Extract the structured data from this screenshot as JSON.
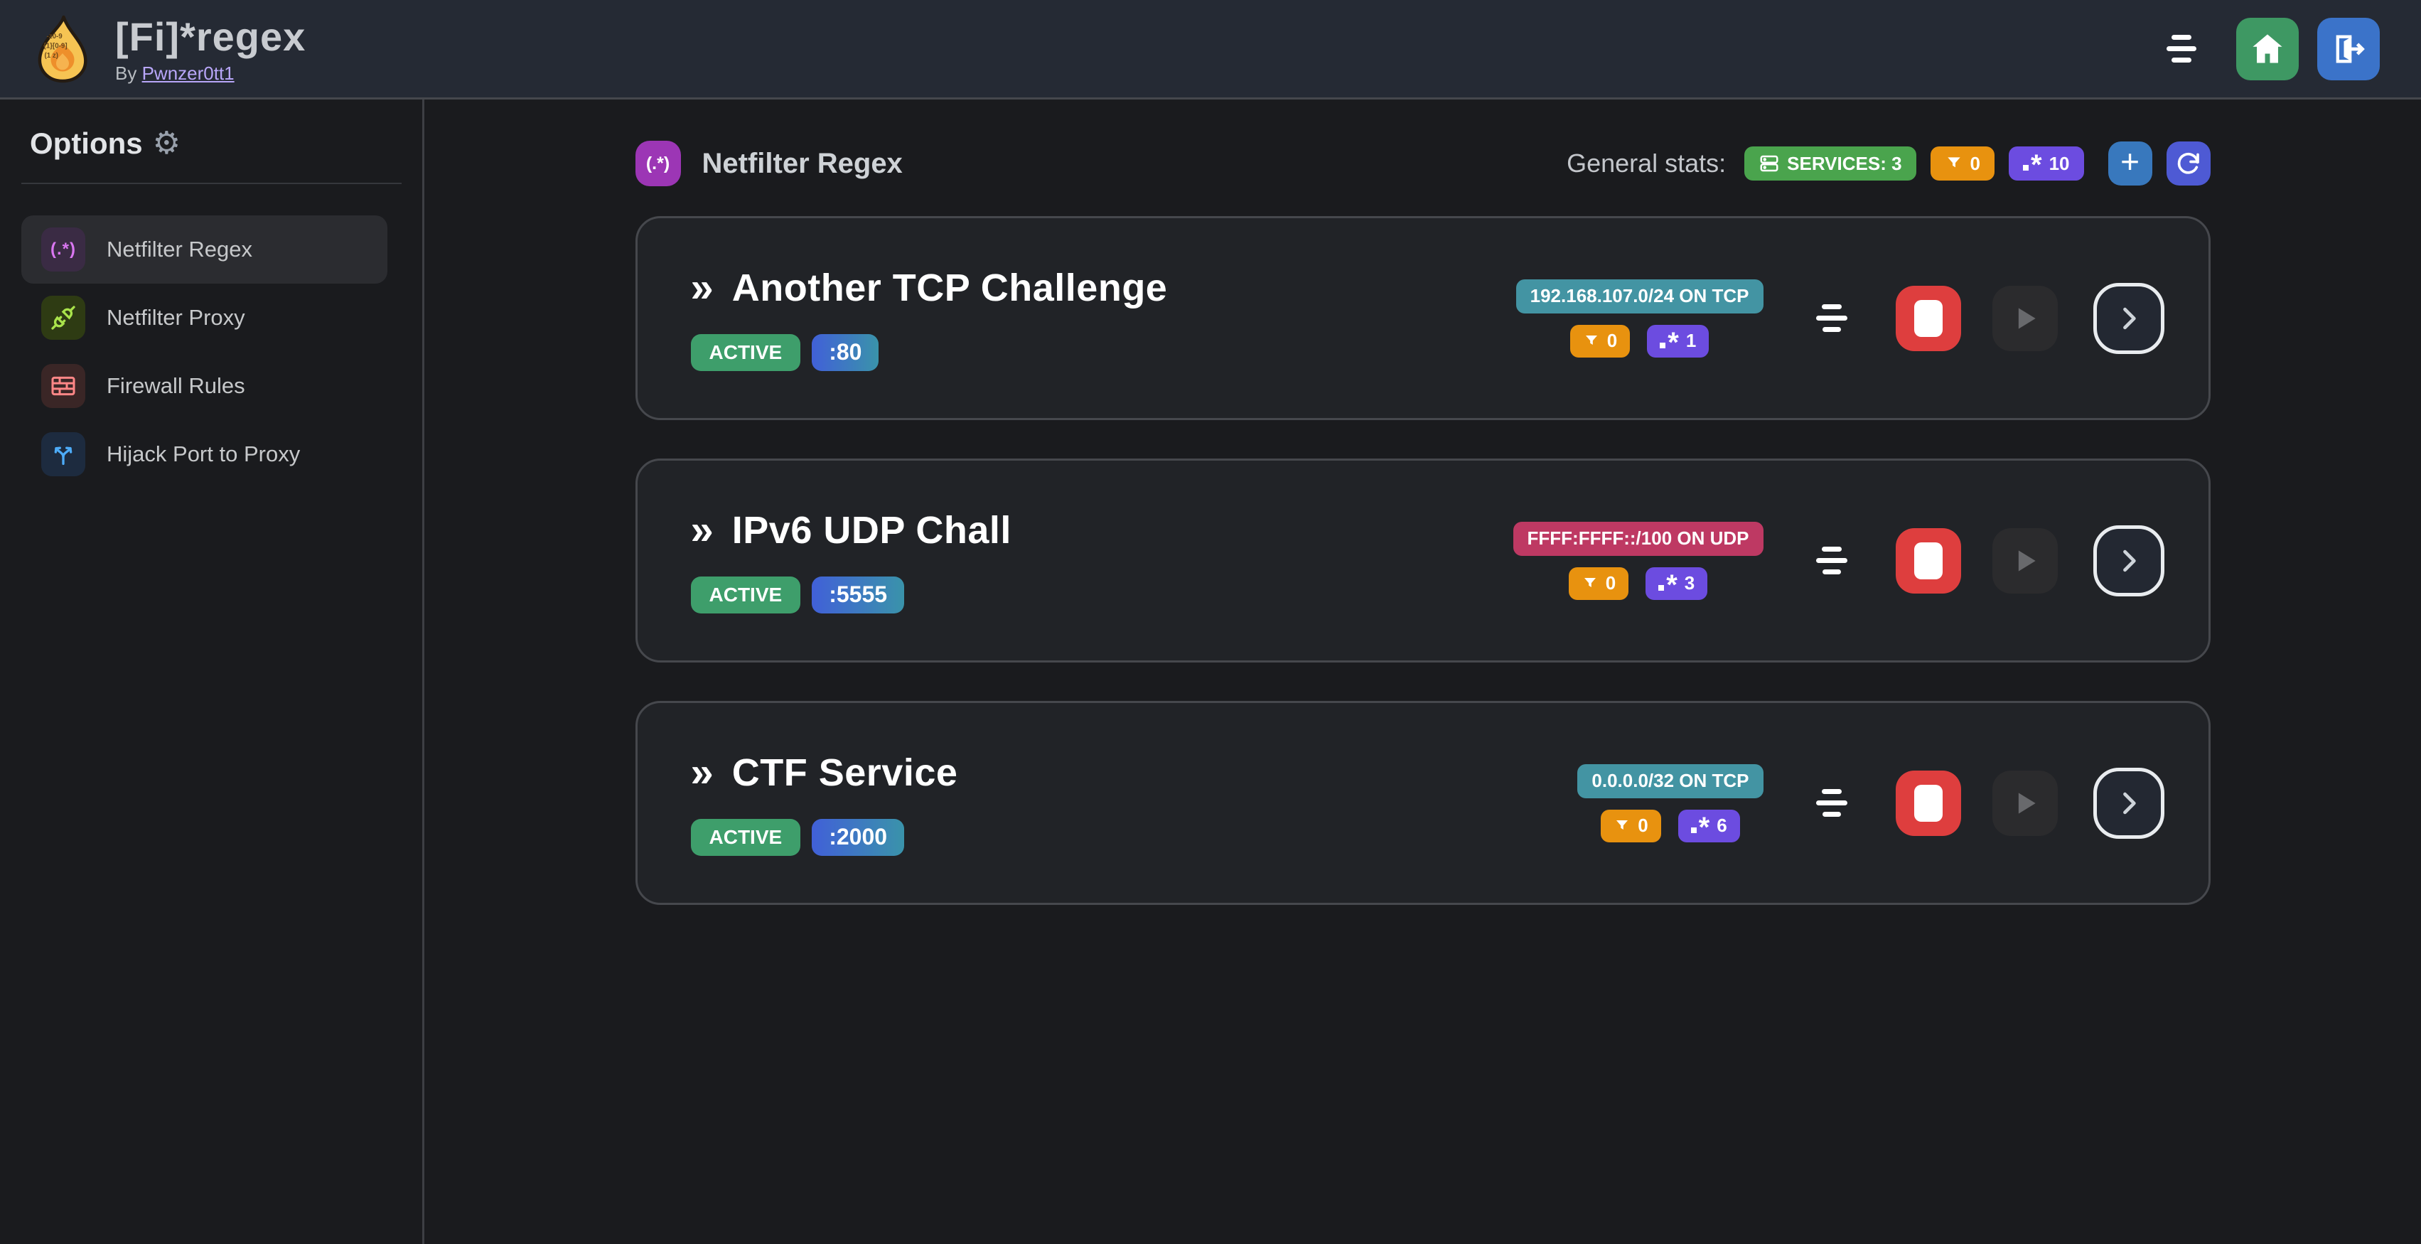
{
  "icons": {
    "gear": "⚙",
    "regex": "(.*)",
    "chevrons": "»",
    "asterisk": "*"
  },
  "header": {
    "title": "[Fi]*regex",
    "byline_prefix": "By",
    "author": "Pwnzer0tt1"
  },
  "sidebar": {
    "options_title": "Options",
    "items": [
      {
        "label": "Netfilter Regex"
      },
      {
        "label": "Netfilter Proxy"
      },
      {
        "label": "Firewall Rules"
      },
      {
        "label": "Hijack Port to Proxy"
      }
    ]
  },
  "main": {
    "section_title": "Netfilter Regex",
    "stats_label": "General stats:",
    "services_badge": "SERVICES: 3",
    "filtered_count": "0",
    "regex_count": "10",
    "add_label": "+"
  },
  "services": [
    {
      "name": "Another TCP Challenge",
      "status": "ACTIVE",
      "port": ":80",
      "address": "192.168.107.0/24 ON TCP",
      "filtered": "0",
      "regexes": "1"
    },
    {
      "name": "IPv6 UDP Chall",
      "status": "ACTIVE",
      "port": ":5555",
      "address": "FFFF:FFFF::/100 ON UDP",
      "filtered": "0",
      "regexes": "3"
    },
    {
      "name": "CTF Service",
      "status": "ACTIVE",
      "port": ":2000",
      "address": "0.0.0.0/32 ON TCP",
      "filtered": "0",
      "regexes": "6"
    }
  ],
  "colors": {
    "header_bg": "#252a34",
    "body_bg": "#1a1b1e",
    "card_bg": "#212327",
    "card_border": "#46484d",
    "active_green": "#3e9e6b",
    "services_green": "#4aa44d",
    "orange": "#e8920f",
    "violet": "#6c4ce0",
    "teal": "#4394a3",
    "pink": "#be3963",
    "stop_red": "#de3e3e",
    "add_blue": "#3878bd",
    "refresh_indigo": "#4e5ad4",
    "section_purple": "#9c36b5",
    "home_green": "#3e9863",
    "logout_blue": "#3b73c9",
    "link_lavender": "#b8a6f8",
    "port_gradient_start": "#4160d8",
    "port_gradient_end": "#3a93aa"
  }
}
